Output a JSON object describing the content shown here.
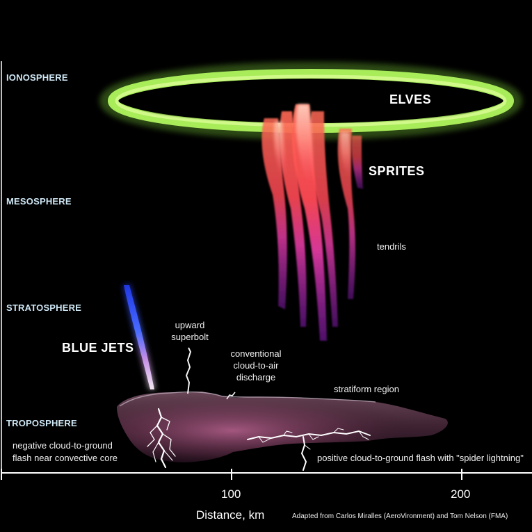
{
  "layers": {
    "ionosphere": "IONOSPHERE",
    "mesosphere": "MESOSPHERE",
    "stratosphere": "STRATOSPHERE",
    "troposphere": "TROPOSPHERE"
  },
  "phenomena": {
    "elves": "ELVES",
    "sprites": "SPRITES",
    "tendrils": "tendrils",
    "blue_jets": "BLUE JETS",
    "upward_superbolt": [
      "upward",
      "superbolt"
    ],
    "conventional_discharge": [
      "conventional",
      "cloud-to-air",
      "discharge"
    ],
    "stratiform_region": "stratiform region",
    "negative_flash": [
      "negative cloud-to-ground",
      "flash near convective core"
    ],
    "positive_flash": "positive cloud-to-ground flash with \"spider lightning\""
  },
  "axis": {
    "tick_100": "100",
    "tick_200": "200",
    "label": "Distance, km"
  },
  "credit": "Adapted from Carlos Miralles (AeroVironment) and Tom Nelson (FMA)",
  "colors": {
    "background": "#000000",
    "elves_ring": "#9be34a",
    "sprites_red": "#ff5a4a",
    "tendrils_purple": "#b03cc8",
    "blue_jet": "#3a5cff",
    "layer_label": "#cfe7f5"
  }
}
